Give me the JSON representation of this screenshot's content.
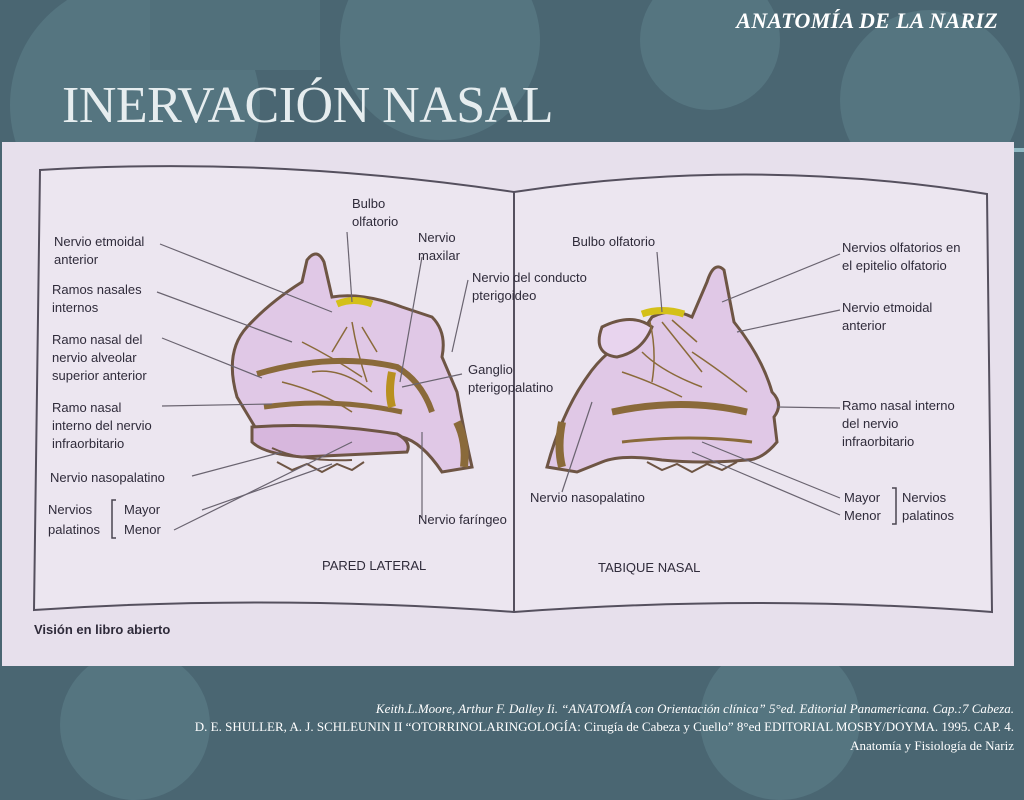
{
  "slide": {
    "kicker": "ANATOMÍA DE LA NARIZ",
    "title": "INERVACIÓN NASAL"
  },
  "diagram": {
    "left_panel": {
      "caption": "PARED LATERAL",
      "labels": {
        "bulbo_l1": "Bulbo",
        "bulbo_l2": "olfatorio",
        "nervio_maxilar_l1": "Nervio",
        "nervio_maxilar_l2": "maxilar",
        "conducto_l1": "Nervio del conducto",
        "conducto_l2": "pterigoideo",
        "etmoidal_l1": "Nervio etmoidal",
        "etmoidal_l2": "anterior",
        "ramos_l1": "Ramos nasales",
        "ramos_l2": "internos",
        "alveolar_l1": "Ramo nasal del",
        "alveolar_l2": "nervio alveolar",
        "alveolar_l3": "superior anterior",
        "ganglio_l1": "Ganglio",
        "ganglio_l2": "pterigopalatino",
        "infraorb_l1": "Ramo nasal",
        "infraorb_l2": "interno del nervio",
        "infraorb_l3": "infraorbitario",
        "nasopalatino": "Nervio nasopalatino",
        "palatinos_l1": "Nervios",
        "palatinos_l2": "palatinos",
        "mayor": "Mayor",
        "menor": "Menor",
        "faringeo": "Nervio faríngeo"
      }
    },
    "right_panel": {
      "caption": "TABIQUE NASAL",
      "labels": {
        "bulbo": "Bulbo olfatorio",
        "olfatorios_l1": "Nervios olfatorios en",
        "olfatorios_l2": "el epitelio olfatorio",
        "etmoidal_l1": "Nervio etmoidal",
        "etmoidal_l2": "anterior",
        "infraorb_l1": "Ramo nasal interno",
        "infraorb_l2": "del nervio",
        "infraorb_l3": "infraorbitario",
        "nasopalatino": "Nervio nasopalatino",
        "mayor": "Mayor",
        "menor": "Menor",
        "nervios": "Nervios",
        "palatinos": "palatinos"
      }
    },
    "footer_note": "Visión en libro abierto"
  },
  "references": {
    "line1": "Keith.L.Moore, Arthur F. Dalley Ii. “ANATOMÍA con Orientación clínica” 5°ed. Editorial Panamericana. Cap.:7 Cabeza.",
    "line2": "D. E. SHULLER, A. J. SCHLEUNIN II “OTORRINOLARINGOLOGÍA: Cirugía de Cabeza y Cuello” 8°ed EDITORIAL MOSBY/DOYMA.  1995. CAP. 4.",
    "line3": "Anatomía y Fisiología de Nariz"
  }
}
